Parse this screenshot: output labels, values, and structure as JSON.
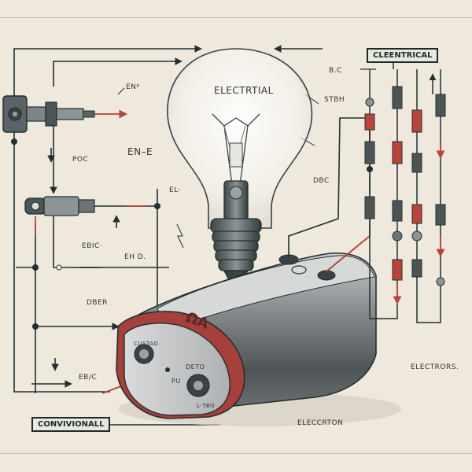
{
  "labels": {
    "bulb_label": "ELECTRTIAL",
    "top_right_tag": "CLEENTRICAL",
    "bottom_left_tag": "CONVIVIONALL",
    "b_c": "B.C",
    "stbh": "STBH",
    "dbc": "DBC",
    "enp": "ENᵖ",
    "poc": "POC",
    "en_e": "EN–E",
    "el": "EL·",
    "ebic": "EBIC·",
    "eh_d": "EH D.",
    "dber": "DBER",
    "ebc": "EB/C",
    "electron": "ELECCRTON",
    "electrors": "ELECTRORS.",
    "battery_mark": "ΩA",
    "battery_small_1": "CUSTAO",
    "battery_small_2": "DETO",
    "battery_small_3": "PU",
    "battery_small_4": "L·TBO"
  },
  "colors": {
    "background": "#efe8dc",
    "wire": "#22302f",
    "red_wire": "#b8443a",
    "battery_body": "#6f7375",
    "battery_cap": "#a6403a"
  }
}
